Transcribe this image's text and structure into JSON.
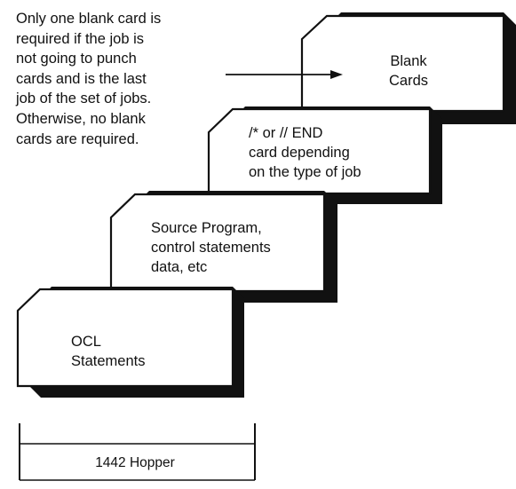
{
  "note": {
    "text": "Only one blank card is\nrequired if the job is\nnot going to punch\ncards and is the last\njob of the set of jobs.\nOtherwise, no blank\ncards are required."
  },
  "cards": {
    "blank": "Blank\nCards",
    "end": "/* or // END\ncard depending\non the type of job",
    "source": "Source Program,\ncontrol statements\ndata, etc",
    "ocl": "OCL\nStatements"
  },
  "hopper": {
    "label": "1442 Hopper"
  },
  "colors": {
    "ink": "#111111",
    "background": "#ffffff"
  }
}
